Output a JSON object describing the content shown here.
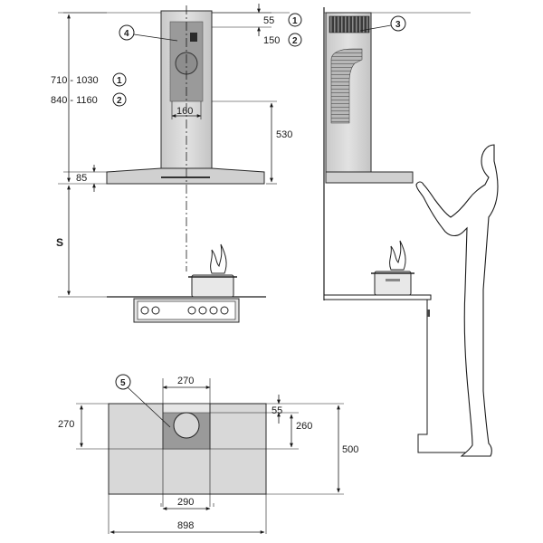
{
  "colors": {
    "steel": "#d6d6d6",
    "steel_dark": "#a9a9a9",
    "panel": "#9a9a9a",
    "line": "#1a1a1a",
    "wall": "#ffffff"
  },
  "callouts": {
    "c1": "1",
    "c2": "2",
    "c3": "3",
    "c4": "4",
    "c5": "5"
  },
  "front_view": {
    "top_gap_1": "55",
    "top_gap_2": "150",
    "height_range_1": "710 - 1030",
    "height_range_2": "840 - 1160",
    "chimney_width": "160",
    "canopy_to_top": "530",
    "canopy_thickness": "85",
    "hob_distance": "S"
  },
  "plan_view": {
    "chimney_width_top": "270",
    "depth_left": "270",
    "offset_top": "55",
    "panel_depth": "260",
    "total_depth": "500",
    "chimney_width_bottom": "290",
    "total_width": "898"
  }
}
